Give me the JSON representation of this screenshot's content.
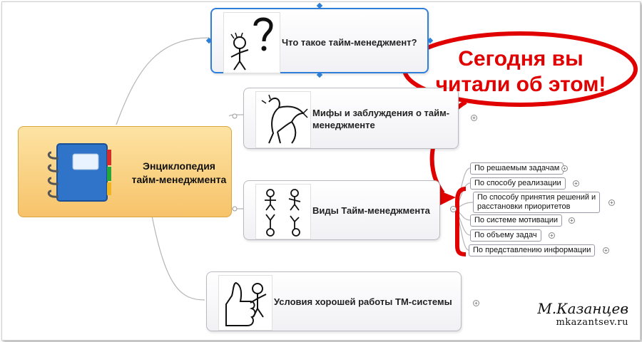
{
  "root": {
    "label_line1": "Энциклопедия",
    "label_line2": "тайм-менеджмента",
    "icon": "notebook-icon"
  },
  "branches": [
    {
      "label": "Что такое тайм-менеджмент?",
      "icon": "question-man-icon",
      "selected": true
    },
    {
      "label_line1": "Мифы и заблуждения о тайм-",
      "label_line2": "менеджменте",
      "icon": "dragon-icon"
    },
    {
      "label": "Виды Тайм-менеджмента",
      "icon": "stick-figures-icon"
    },
    {
      "label": "Условия хорошей работы ТМ-системы",
      "icon": "thumbs-up-icon"
    }
  ],
  "subtopics": [
    {
      "label": "По решаемым задачам"
    },
    {
      "label": "По способу реализации"
    },
    {
      "label_line1": "По способу принятия решений и",
      "label_line2": "расстановки приоритетов"
    },
    {
      "label": "По системе мотивации"
    },
    {
      "label": "По объему задач"
    },
    {
      "label": "По представлению информации"
    }
  ],
  "callout": {
    "line1": "Сегодня вы",
    "line2": "читали об этом!",
    "color": "#e00000"
  },
  "signature": {
    "name": "М.Казанцев",
    "site": "mkazantsev.ru"
  },
  "colors": {
    "root_fill": "#f7c36a",
    "selection": "#2f7fd9",
    "callout": "#e00000"
  }
}
